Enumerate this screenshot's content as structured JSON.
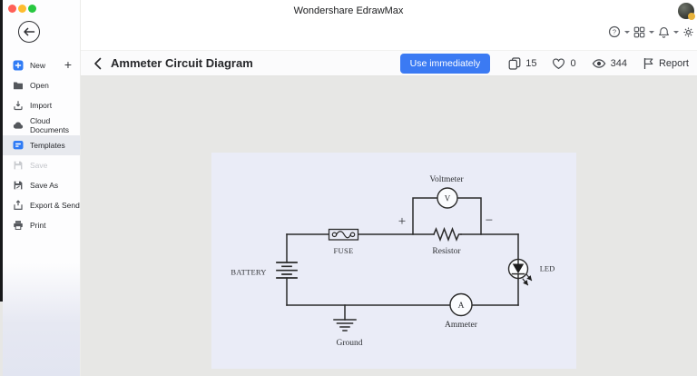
{
  "window": {
    "title": "Wondershare EdrawMax"
  },
  "colors": {
    "accent_blue": "#3b7af3",
    "sidebar_active_bg": "#e7e9ee",
    "canvas_bg": "#eaecf7",
    "content_bg": "#e7e7e5",
    "wire": "#2b2b2b",
    "traffic_red": "#ff5f57",
    "traffic_yellow": "#febc2e",
    "traffic_green": "#28c840"
  },
  "icons": {
    "help_glyph": "?",
    "header": [
      "help",
      "apps",
      "notifications",
      "settings"
    ]
  },
  "sidebar": {
    "new_plus": "+",
    "items": [
      {
        "label": "New"
      },
      {
        "label": "Open"
      },
      {
        "label": "Import"
      },
      {
        "label": "Cloud Documents"
      },
      {
        "label": "Templates"
      },
      {
        "label": "Save"
      },
      {
        "label": "Save As"
      },
      {
        "label": "Export & Send"
      },
      {
        "label": "Print"
      }
    ]
  },
  "toolbar": {
    "title": "Ammeter Circuit Diagram",
    "use_button": "Use immediately",
    "copies": "15",
    "likes": "0",
    "views": "344",
    "report": "Report"
  },
  "diagram": {
    "labels": {
      "voltmeter": "Voltmeter",
      "plus": "+",
      "minus": "−",
      "fuse": "FUSE",
      "resistor": "Resistor",
      "battery": "BATTERY",
      "led": "LED",
      "ammeter": "Ammeter",
      "ground": "Ground",
      "v": "V",
      "a": "A"
    }
  }
}
